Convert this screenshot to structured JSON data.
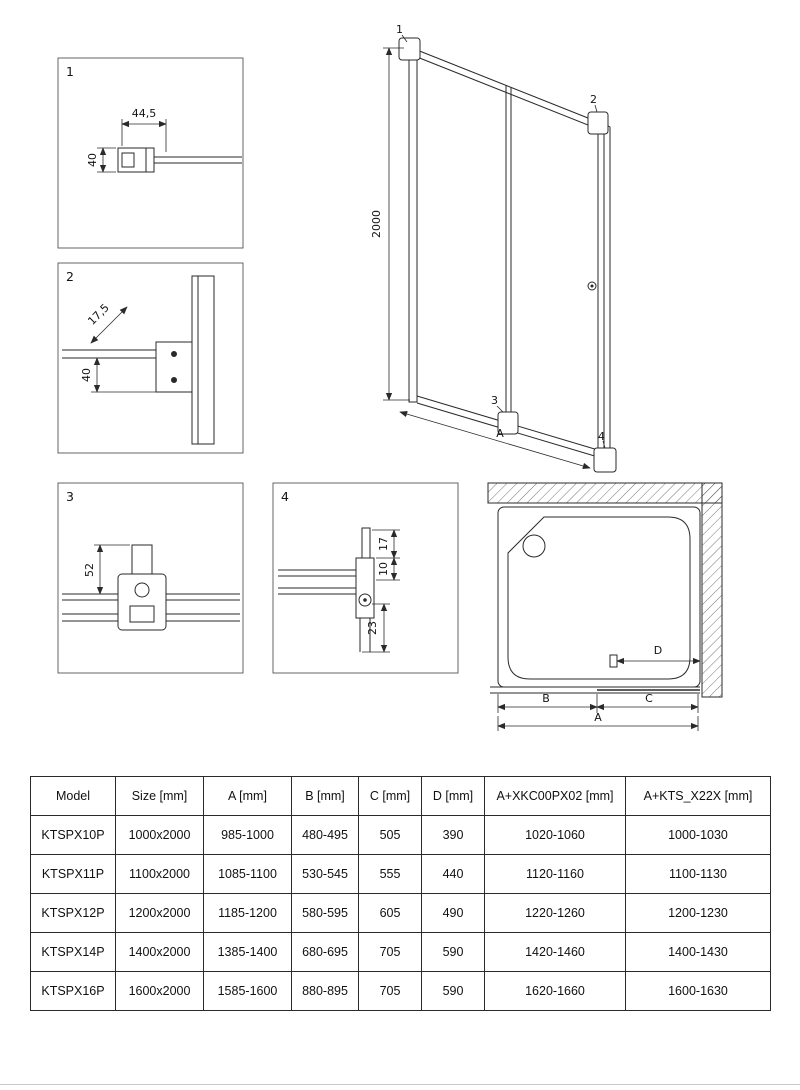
{
  "details": {
    "d1": {
      "label": "1",
      "dim_width": "44,5",
      "dim_height": "40"
    },
    "d2": {
      "label": "2",
      "dim_diag": "17,5",
      "dim_height": "40"
    },
    "d3": {
      "label": "3",
      "dim_height": "52"
    },
    "d4": {
      "label": "4",
      "dim_top": "17",
      "dim_mid": "10",
      "dim_bottom": "23"
    }
  },
  "elevation": {
    "height_dim": "2000",
    "width_dim": "A",
    "callouts": {
      "c1": "1",
      "c2": "2",
      "c3": "3",
      "c4": "4"
    }
  },
  "plan": {
    "dims": {
      "d": "D",
      "b": "B",
      "c": "C",
      "a": "A"
    }
  },
  "table": {
    "headers": [
      "Model",
      "Size [mm]",
      "A [mm]",
      "B [mm]",
      "C [mm]",
      "D [mm]",
      "A+XKC00PX02 [mm]",
      "A+KTS_X22X [mm]"
    ],
    "rows": [
      [
        "KTSPX10P",
        "1000x2000",
        "985-1000",
        "480-495",
        "505",
        "390",
        "1020-1060",
        "1000-1030"
      ],
      [
        "KTSPX11P",
        "1100x2000",
        "1085-1100",
        "530-545",
        "555",
        "440",
        "1120-1160",
        "1100-1130"
      ],
      [
        "KTSPX12P",
        "1200x2000",
        "1185-1200",
        "580-595",
        "605",
        "490",
        "1220-1260",
        "1200-1230"
      ],
      [
        "KTSPX14P",
        "1400x2000",
        "1385-1400",
        "680-695",
        "705",
        "590",
        "1420-1460",
        "1400-1430"
      ],
      [
        "KTSPX16P",
        "1600x2000",
        "1585-1600",
        "880-895",
        "705",
        "590",
        "1620-1660",
        "1600-1630"
      ]
    ]
  }
}
